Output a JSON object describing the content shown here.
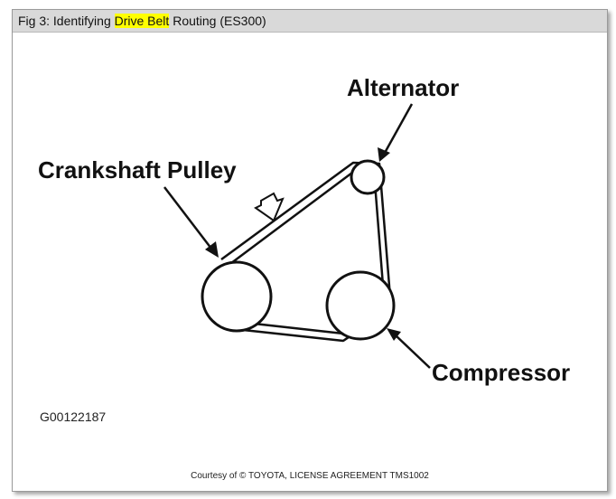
{
  "title": {
    "prefix": "Fig 3: Identifying ",
    "highlight": "Drive Belt",
    "suffix": " Routing (ES300)"
  },
  "labels": {
    "alternator": "Alternator",
    "crankshaft": "Crankshaft Pulley",
    "compressor": "Compressor"
  },
  "figure_code": "G00122187",
  "courtesy": "Courtesy of © TOYOTA, LICENSE AGREEMENT TMS1002",
  "colors": {
    "highlight": "#ffff00",
    "titlebar": "#d9d9d9"
  }
}
